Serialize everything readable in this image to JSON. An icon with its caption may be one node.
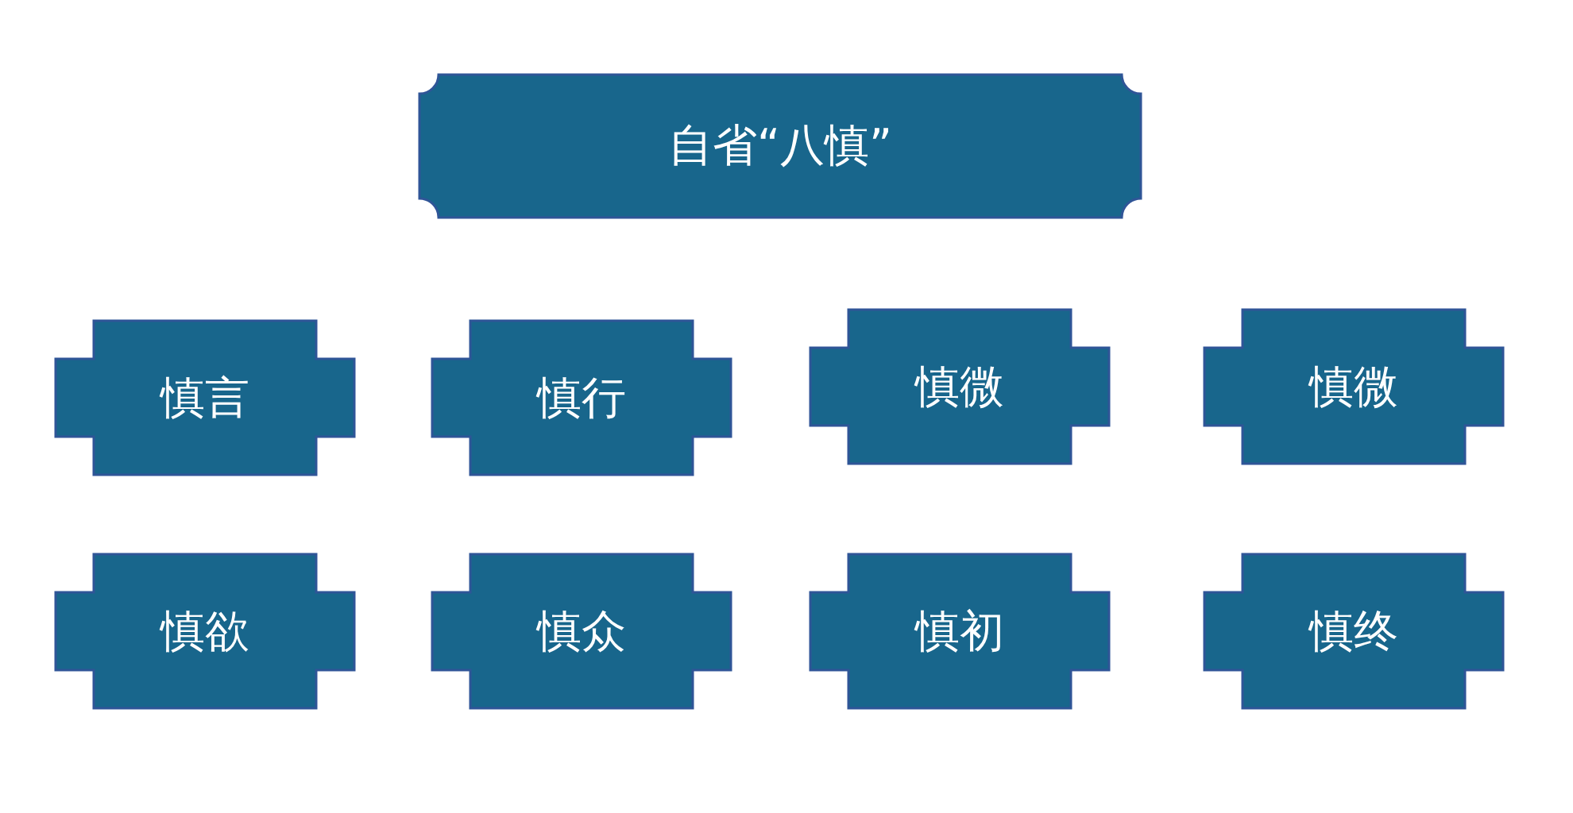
{
  "diagram": {
    "nodes": [
      {
        "text": [
          "自省“八慎”"
        ]
      },
      {
        "text": [
          "慎言"
        ]
      },
      {
        "text": [
          "慎行"
        ]
      },
      {
        "text": [
          "慎微"
        ]
      },
      {
        "text": [
          "慎微"
        ]
      },
      {
        "text": [
          "慎欲"
        ]
      },
      {
        "text": [
          "慎众"
        ]
      },
      {
        "text": [
          "慎初"
        ]
      },
      {
        "text": [
          "慎终"
        ]
      }
    ],
    "edges": []
  }
}
